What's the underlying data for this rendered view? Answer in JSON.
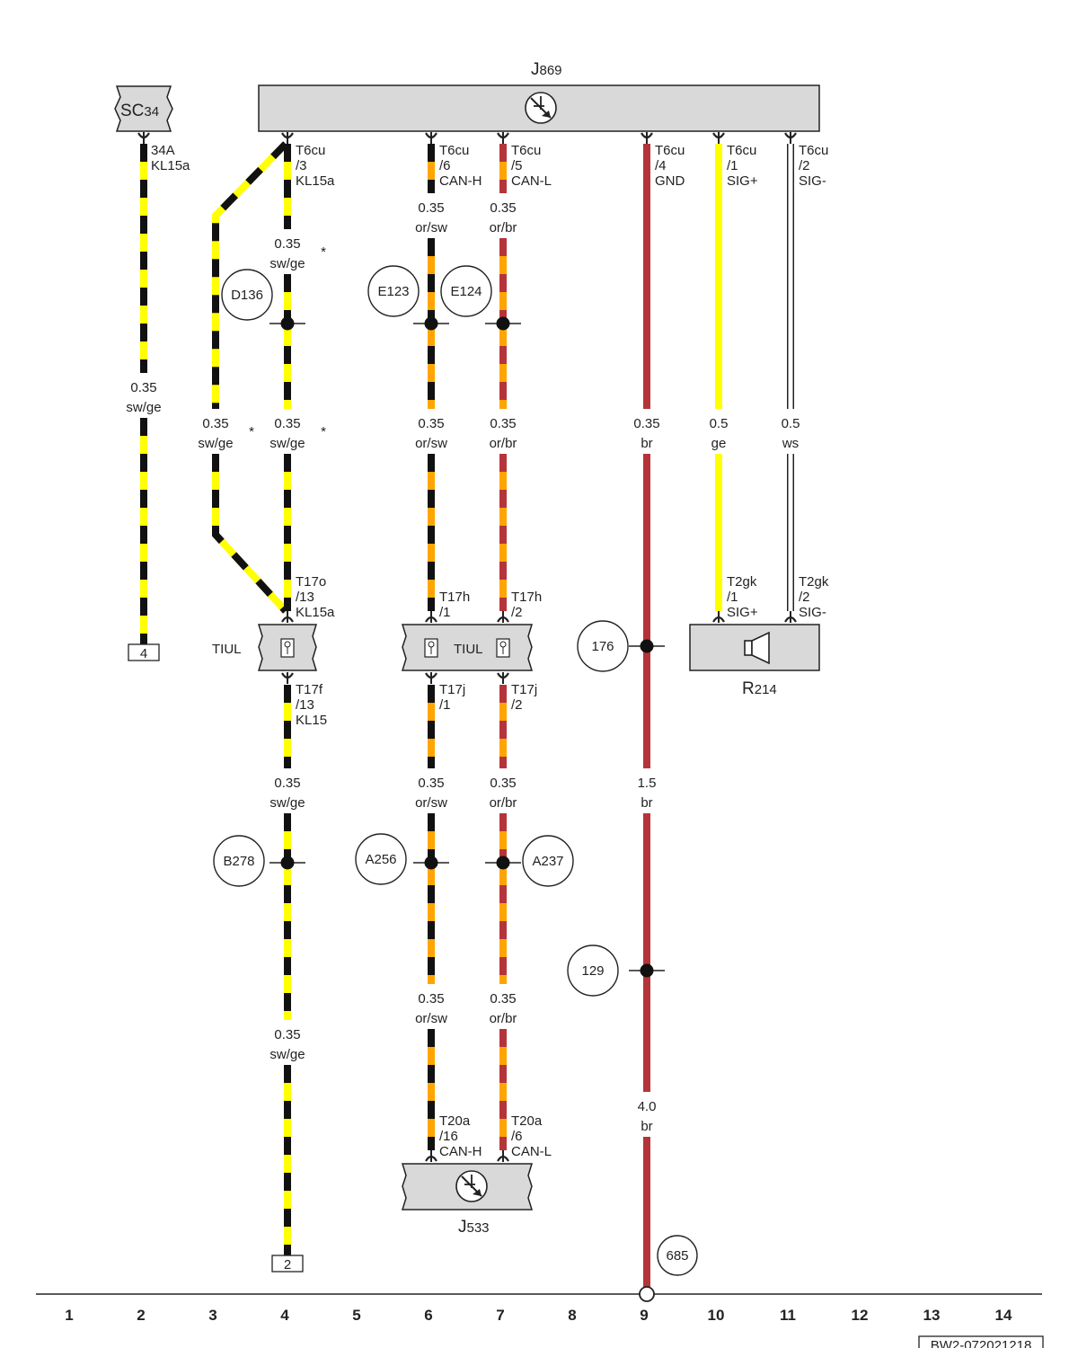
{
  "components": {
    "sc34": {
      "prefix": "SC",
      "suffix": "34"
    },
    "j869": {
      "prefix": "J",
      "suffix": "869"
    },
    "j533": {
      "prefix": "J",
      "suffix": "533"
    },
    "r214": {
      "prefix": "R",
      "suffix": "214"
    },
    "tiul_left": "TIUL",
    "tiul_mid": "TIUL"
  },
  "colors": {
    "black": "#111111",
    "yellow": "#ffff00",
    "orange": "#ffa500",
    "brown": "#b5343a",
    "white": "#ffffff",
    "box_fill": "#d9d9d9"
  },
  "pins": [
    {
      "id": "sc34",
      "l1": "34A",
      "l2": "KL15a",
      "l3": ""
    },
    {
      "id": "j869_3",
      "l1": "T6cu",
      "l2": "/3",
      "l3": "KL15a"
    },
    {
      "id": "j869_6",
      "l1": "T6cu",
      "l2": "/6",
      "l3": "CAN-H"
    },
    {
      "id": "j869_5",
      "l1": "T6cu",
      "l2": "/5",
      "l3": "CAN-L"
    },
    {
      "id": "j869_4",
      "l1": "T6cu",
      "l2": "/4",
      "l3": "GND"
    },
    {
      "id": "j869_1",
      "l1": "T6cu",
      "l2": "/1",
      "l3": "SIG+"
    },
    {
      "id": "j869_2",
      "l1": "T6cu",
      "l2": "/2",
      "l3": "SIG-"
    },
    {
      "id": "t17o",
      "l1": "T17o",
      "l2": "/13",
      "l3": "KL15a"
    },
    {
      "id": "t17h1",
      "l1": "T17h",
      "l2": "/1",
      "l3": ""
    },
    {
      "id": "t17h2",
      "l1": "T17h",
      "l2": "/2",
      "l3": ""
    },
    {
      "id": "t2gk1",
      "l1": "T2gk",
      "l2": "/1",
      "l3": "SIG+"
    },
    {
      "id": "t2gk2",
      "l1": "T2gk",
      "l2": "/2",
      "l3": "SIG-"
    },
    {
      "id": "t17f",
      "l1": "T17f",
      "l2": "/13",
      "l3": "KL15"
    },
    {
      "id": "t17j1",
      "l1": "T17j",
      "l2": "/1",
      "l3": ""
    },
    {
      "id": "t17j2",
      "l1": "T17j",
      "l2": "/2",
      "l3": ""
    },
    {
      "id": "t20a16",
      "l1": "T20a",
      "l2": "/16",
      "l3": "CAN-H"
    },
    {
      "id": "t20a6",
      "l1": "T20a",
      "l2": "/6",
      "l3": "CAN-L"
    }
  ],
  "wire_labels": [
    {
      "id": "w2",
      "size": "0.35",
      "color": "sw/ge",
      "star": false
    },
    {
      "id": "w4a",
      "size": "0.35",
      "color": "sw/ge",
      "star": true
    },
    {
      "id": "w3",
      "size": "0.35",
      "color": "sw/ge",
      "star": true
    },
    {
      "id": "w4b",
      "size": "0.35",
      "color": "sw/ge",
      "star": true
    },
    {
      "id": "w6a",
      "size": "0.35",
      "color": "or/sw",
      "star": false
    },
    {
      "id": "w7a",
      "size": "0.35",
      "color": "or/br",
      "star": false
    },
    {
      "id": "w6b",
      "size": "0.35",
      "color": "or/sw",
      "star": false
    },
    {
      "id": "w7b",
      "size": "0.35",
      "color": "or/br",
      "star": false
    },
    {
      "id": "w9a",
      "size": "0.35",
      "color": "br",
      "star": false
    },
    {
      "id": "w10",
      "size": "0.5",
      "color": "ge",
      "star": false
    },
    {
      "id": "w11",
      "size": "0.5",
      "color": "ws",
      "star": false
    },
    {
      "id": "w4c",
      "size": "0.35",
      "color": "sw/ge",
      "star": false
    },
    {
      "id": "w6c",
      "size": "0.35",
      "color": "or/sw",
      "star": false
    },
    {
      "id": "w7c",
      "size": "0.35",
      "color": "or/br",
      "star": false
    },
    {
      "id": "w9b",
      "size": "1.5",
      "color": "br",
      "star": false
    },
    {
      "id": "w4d",
      "size": "0.35",
      "color": "sw/ge",
      "star": false
    },
    {
      "id": "w6d",
      "size": "0.35",
      "color": "or/sw",
      "star": false
    },
    {
      "id": "w7d",
      "size": "0.35",
      "color": "or/br",
      "star": false
    },
    {
      "id": "w9c",
      "size": "4.0",
      "color": "br",
      "star": false
    }
  ],
  "star_symbol": "*",
  "connection_points": [
    "D136",
    "E123",
    "E124",
    "176",
    "B278",
    "A256",
    "A237",
    "129",
    "685"
  ],
  "references": [
    "4",
    "2"
  ],
  "columns": [
    "1",
    "2",
    "3",
    "4",
    "5",
    "6",
    "7",
    "8",
    "9",
    "10",
    "11",
    "12",
    "13",
    "14"
  ],
  "diagram_id": "BW2-072021218"
}
